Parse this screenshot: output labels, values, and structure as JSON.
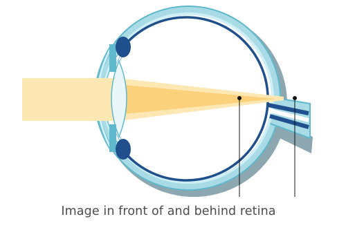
{
  "caption": "Image in front of and behind retina",
  "colors": {
    "light_beam": "#fde8b4",
    "focused_beam": "#f9c96a",
    "sclera_outer": "#a9dbe6",
    "sclera_edge": "#5fb8cb",
    "sclera_shadow": "#8aa9b3",
    "retina_line": "#1f4f8c",
    "ciliary_body": "#1f4f8c",
    "lens": "#e9f6fa",
    "marker": "#111111"
  },
  "icons": [
    "eye-cross-section",
    "focal-point-marker"
  ]
}
